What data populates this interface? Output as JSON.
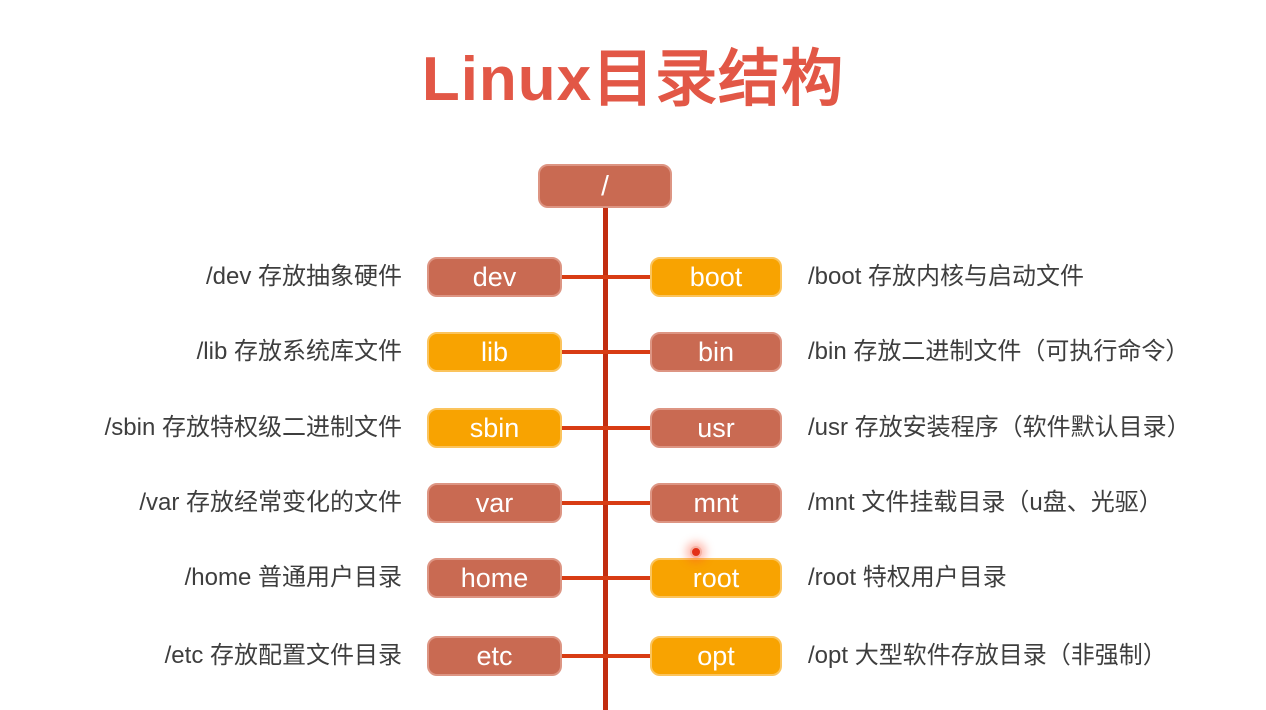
{
  "title": "Linux目录结构",
  "root": {
    "label": "/",
    "color": "terracotta"
  },
  "palette": {
    "terracotta": "#c96a52",
    "terracotta_border": "#dd9583",
    "orange": "#f8a301",
    "orange_border": "#fbc45d",
    "trunk": "#c22d10",
    "connector": "#d83c14",
    "title": "#e25746",
    "label_text": "#3e3e3e",
    "box_text": "#ffffff",
    "background": "#ffffff"
  },
  "rows": [
    {
      "left": {
        "name": "dev",
        "desc": "/dev 存放抽象硬件",
        "color": "terracotta"
      },
      "right": {
        "name": "boot",
        "desc": "/boot 存放内核与启动文件",
        "color": "orange"
      }
    },
    {
      "left": {
        "name": "lib",
        "desc": "/lib 存放系统库文件",
        "color": "orange"
      },
      "right": {
        "name": "bin",
        "desc": "/bin 存放二进制文件（可执行命令）",
        "color": "terracotta"
      }
    },
    {
      "left": {
        "name": "sbin",
        "desc": "/sbin 存放特权级二进制文件",
        "color": "orange"
      },
      "right": {
        "name": "usr",
        "desc": "/usr 存放安装程序（软件默认目录）",
        "color": "terracotta"
      }
    },
    {
      "left": {
        "name": "var",
        "desc": "/var 存放经常变化的文件",
        "color": "terracotta"
      },
      "right": {
        "name": "mnt",
        "desc": "/mnt 文件挂载目录（u盘、光驱）",
        "color": "terracotta"
      }
    },
    {
      "left": {
        "name": "home",
        "desc": "/home 普通用户目录",
        "color": "terracotta"
      },
      "right": {
        "name": "root",
        "desc": "/root 特权用户目录",
        "color": "orange"
      }
    },
    {
      "left": {
        "name": "etc",
        "desc": "/etc 存放配置文件目录",
        "color": "terracotta"
      },
      "right": {
        "name": "opt",
        "desc": "/opt 大型软件存放目录（非强制）",
        "color": "orange"
      }
    }
  ]
}
